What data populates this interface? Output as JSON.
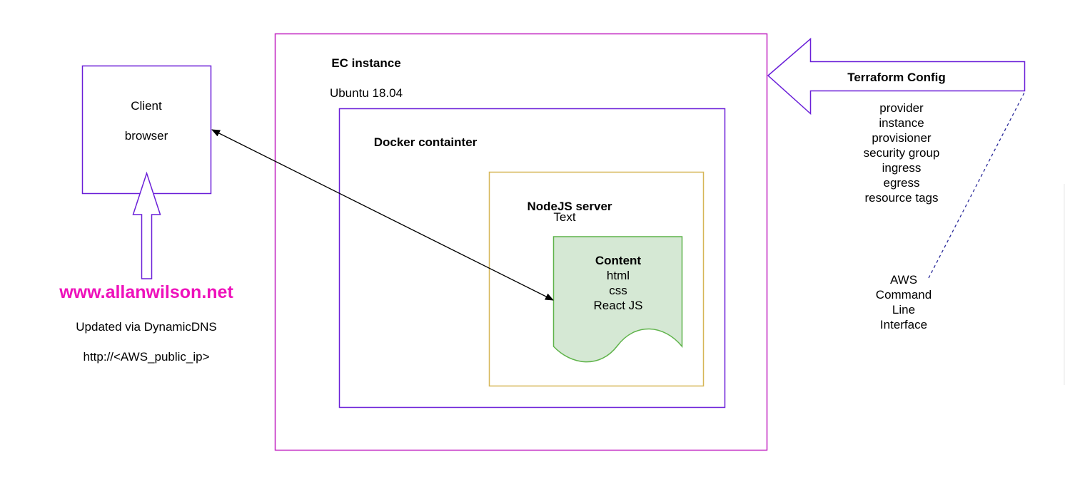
{
  "colors": {
    "ec2_border": "#c020c0",
    "docker_border": "#6a1fd8",
    "client_border": "#6a1fd8",
    "node_border": "#d6b656",
    "content_fill": "#d5e8d4",
    "content_border": "#5fb34a",
    "website_text": "#ee11bb",
    "arrow_border": "#6a1fd8",
    "connector": "#000000",
    "dashed_line": "#2a2a9a"
  },
  "client": {
    "line1": "Client",
    "line2": "browser"
  },
  "website": {
    "domain": "www.allanwilson.net",
    "note": "Updated via DynamicDNS",
    "url": "http://<AWS_public_ip>"
  },
  "ec2": {
    "title": "EC instance",
    "os": "Ubuntu 18.04"
  },
  "docker": {
    "title": "Docker  containter"
  },
  "node": {
    "title": "NodeJS server",
    "placeholder": "Text"
  },
  "content": {
    "title": "Content",
    "items": [
      "html",
      "css",
      "React JS"
    ]
  },
  "terraform": {
    "title": "Terraform Config",
    "items": [
      "provider",
      "instance",
      "provisioner",
      "security group",
      "ingress",
      "egress",
      "resource tags"
    ]
  },
  "aws_cli": {
    "lines": [
      "AWS",
      "Command",
      "Line",
      "Interface"
    ]
  }
}
